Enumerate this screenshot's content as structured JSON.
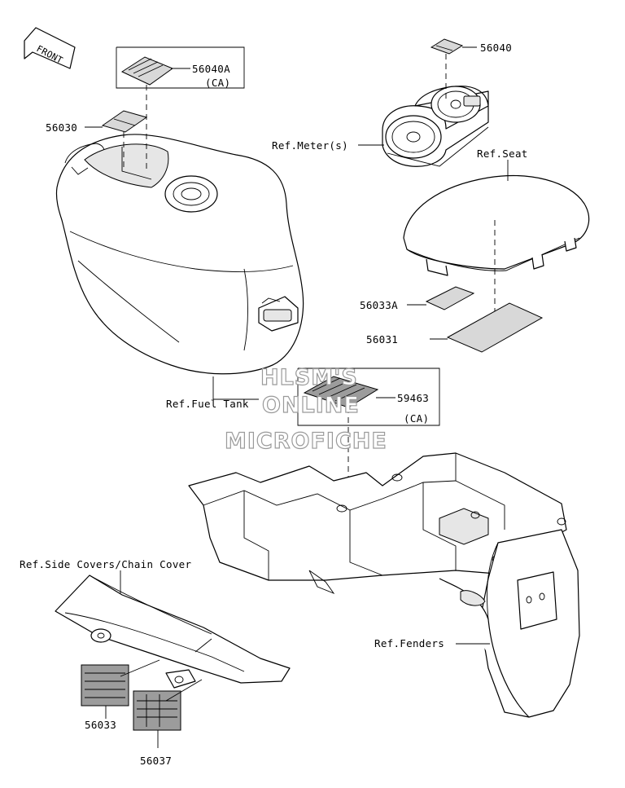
{
  "front_arrow": {
    "label": "FRONT",
    "icon": "front-arrow-icon"
  },
  "labels": {
    "p56040A": "56040A",
    "p56040A_ca": "(CA)",
    "p56030": "56030",
    "p56040": "56040",
    "ref_meter": "Ref.Meter(s)",
    "ref_seat": "Ref.Seat",
    "p56033A": "56033A",
    "p56031": "56031",
    "ref_fuel_tank": "Ref.Fuel Tank",
    "p59463": "59463",
    "p59463_ca": "(CA)",
    "ref_side_covers": "Ref.Side Covers/Chain Cover",
    "ref_fenders": "Ref.Fenders",
    "p56033": "56033",
    "p56037": "56037"
  },
  "watermark": {
    "line1": "HLSM'S",
    "line2": "ONLINE",
    "line3": "MICROFICHE",
    "color": "#9a9a9a"
  }
}
